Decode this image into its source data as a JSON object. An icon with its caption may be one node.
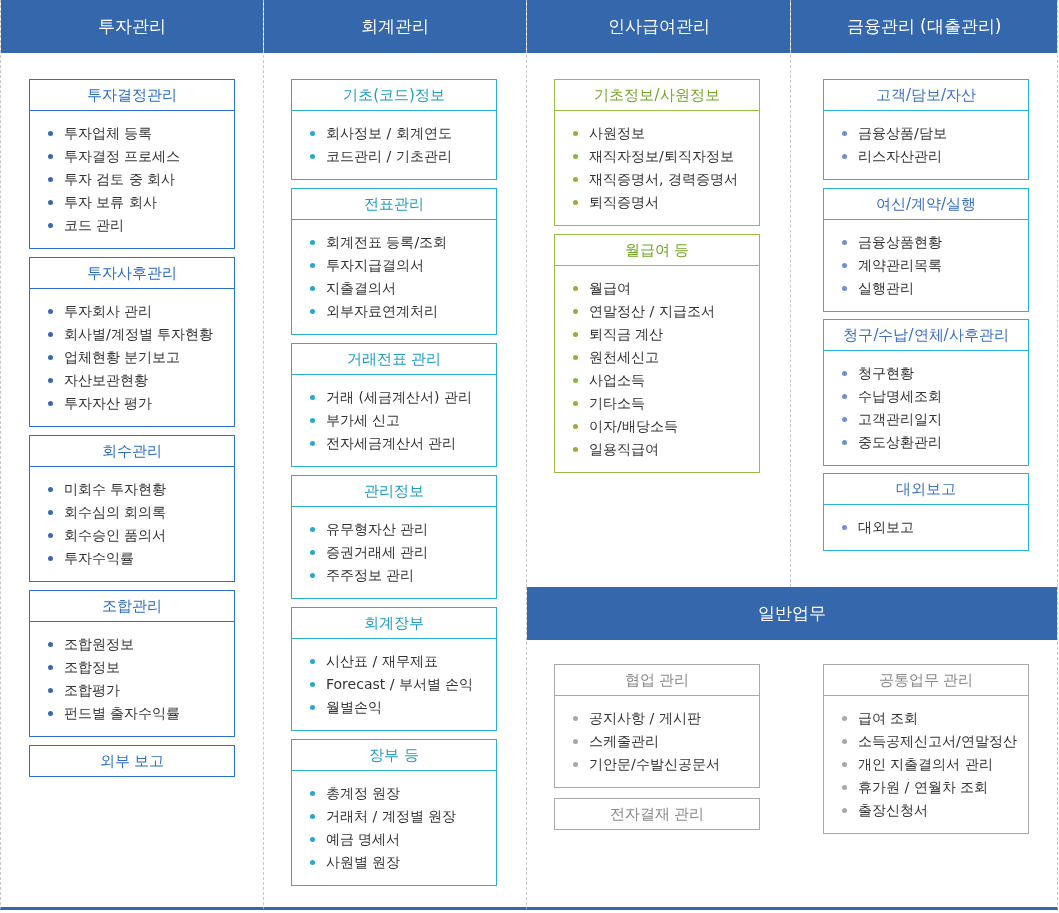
{
  "diagram": {
    "nodes": [
      {
        "text": [
          "투자관리"
        ]
      },
      {
        "text": [
          "투자결정관리",
          "투자업체 등록",
          "투자결정 프로세스",
          "투자 검토 중 회사",
          "투자 보류 회사",
          "코드 관리"
        ],
        "in": 0
      },
      {
        "text": [
          "투자사후관리",
          "투자회사 관리",
          "회사별/계정별 투자현황",
          "업체현황 분기보고",
          "자산보관현황",
          "투자자산 평가"
        ],
        "in": 0
      },
      {
        "text": [
          "회수관리",
          "미회수 투자현황",
          "회수심의 회의록",
          "회수승인 품의서",
          "투자수익률"
        ],
        "in": 0
      },
      {
        "text": [
          "조합관리",
          "조합원정보",
          "조합정보",
          "조합평가",
          "펀드별 출자수익률"
        ],
        "in": 0
      },
      {
        "text": [
          "외부 보고"
        ],
        "in": 0
      },
      {
        "text": [
          "회계관리"
        ]
      },
      {
        "text": [
          "기초(코드)정보",
          "회사정보 / 회계연도",
          "코드관리 / 기초관리"
        ],
        "in": 6
      },
      {
        "text": [
          "전표관리",
          "회계전표 등록/조회",
          "투자지급결의서",
          "지출결의서",
          "외부자료연계처리"
        ],
        "in": 6
      },
      {
        "text": [
          "거래전표 관리",
          "거래 (세금계산서) 관리",
          "부가세 신고",
          "전자세금계산서 관리"
        ],
        "in": 6
      },
      {
        "text": [
          "관리정보",
          "유무형자산 관리",
          "증권거래세 관리",
          "주주정보 관리"
        ],
        "in": 6
      },
      {
        "text": [
          "회계장부",
          "시산표 / 재무제표",
          "Forecast / 부서별 손익",
          "월별손익"
        ],
        "in": 6
      },
      {
        "text": [
          "장부 등",
          "총계정 원장",
          "거래처 / 계정별 원장",
          "예금 명세서",
          "사원별 원장"
        ],
        "in": 6
      },
      {
        "text": [
          "인사급여관리"
        ]
      },
      {
        "text": [
          "기초정보/사원정보",
          "사원정보",
          "재직자정보/퇴직자정보",
          "재직증명서, 경력증명서",
          "퇴직증명서"
        ],
        "in": 13
      },
      {
        "text": [
          "월급여 등",
          "월급여",
          "연말정산 / 지급조서",
          "퇴직금 계산",
          "원천세신고",
          "사업소득",
          "기타소득",
          "이자/배당소득",
          "일용직급여"
        ],
        "in": 13
      },
      {
        "text": [
          "금융관리 (대출관리)"
        ]
      },
      {
        "text": [
          "고객/담보/자산",
          "금융상품/담보",
          "리스자산관리"
        ],
        "in": 16
      },
      {
        "text": [
          "여신/계약/실행",
          "금융상품현황",
          "계약관리목록",
          "실행관리"
        ],
        "in": 16
      },
      {
        "text": [
          "청구/수납/연체/사후관리",
          "청구현황",
          "수납명세조회",
          "고객관리일지",
          "중도상환관리"
        ],
        "in": 16
      },
      {
        "text": [
          "대외보고",
          "대외보고"
        ],
        "in": 16
      },
      {
        "text": [
          "일반업무"
        ]
      },
      {
        "text": [
          "협업 관리",
          "공지사항 / 게시판",
          "스케줄관리",
          "기안문/수발신공문서"
        ],
        "in": 21
      },
      {
        "text": [
          "전자결재 관리"
        ],
        "in": 21
      },
      {
        "text": [
          "공통업무 관리",
          "급여 조회",
          "소득공제신고서/연말정산",
          "개인 지출결의서 관리",
          "휴가원 / 연월차 조회",
          "출장신청서"
        ],
        "in": 21
      }
    ]
  }
}
